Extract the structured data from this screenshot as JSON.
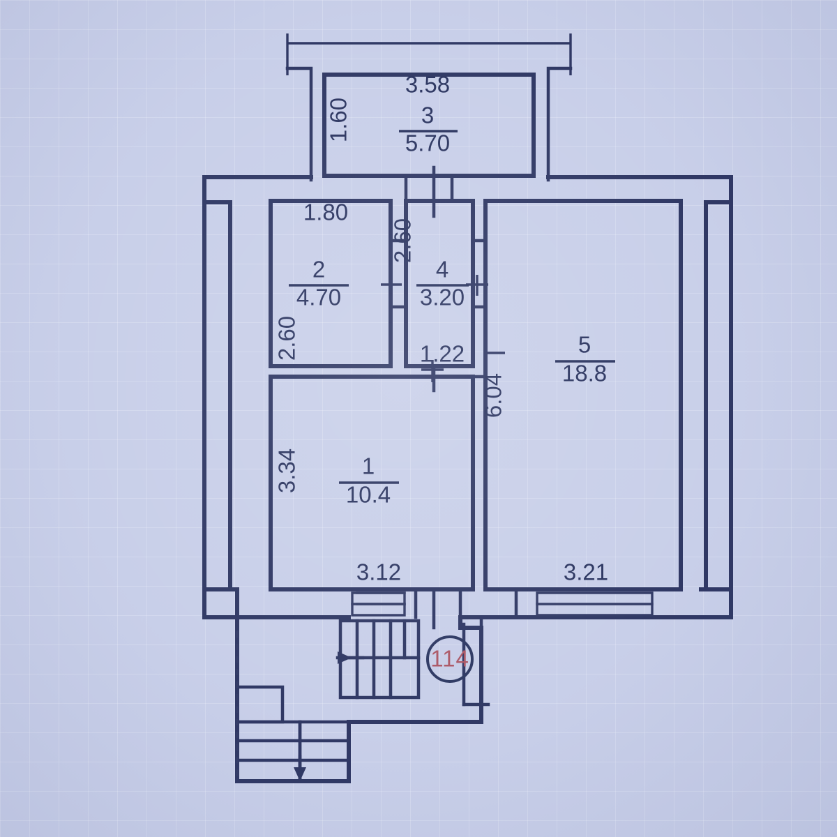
{
  "document": {
    "kind": "apartment-floor-plan",
    "apartment_badge": "114"
  },
  "rooms": [
    {
      "number": "1",
      "area": "10.4",
      "width": "3.12",
      "height": "3.34"
    },
    {
      "number": "2",
      "area": "4.70",
      "width": "1.80",
      "height": "2.60"
    },
    {
      "number": "3",
      "area": "5.70",
      "width": "3.58",
      "height": "1.60"
    },
    {
      "number": "4",
      "area": "3.20",
      "width": "1.22",
      "height": "2.60"
    },
    {
      "number": "5",
      "area": "18.8",
      "width": "3.21",
      "height": "6.04"
    }
  ],
  "dimensions": {
    "top_overall": "3.58",
    "room3_width": "3.58",
    "room3_height": "1.60",
    "room3_number": "3",
    "room3_area": "5.70",
    "room2_width": "1.80",
    "room2_height": "2.60",
    "room2_number": "2",
    "room2_area": "4.70",
    "room4_height": "2.60",
    "room4_number": "4",
    "room4_area": "3.20",
    "room4_width": "1.22",
    "room1_height": "3.34",
    "room1_number": "1",
    "room1_area": "10.4",
    "room1_width": "3.12",
    "room5_height": "6.04",
    "room5_number": "5",
    "room5_area": "18.8",
    "room5_width": "3.21"
  },
  "colors": {
    "paper": "#c6cde8",
    "ink": "#27305e",
    "badge_text": "#a8505f"
  }
}
